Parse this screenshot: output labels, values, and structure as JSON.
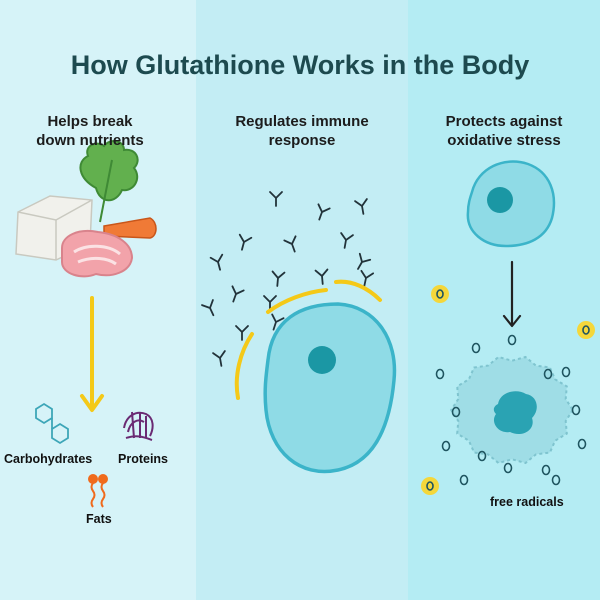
{
  "title": "How Glutathione Works in the Body",
  "panels": [
    {
      "heading": "Helps break\ndown nutrients"
    },
    {
      "heading": "Regulates immune\nresponse"
    },
    {
      "heading": "Protects against\noxidative stress"
    }
  ],
  "nutrients": {
    "carbohydrates": "Carbohydrates",
    "proteins": "Proteins",
    "fats": "Fats"
  },
  "free_radicals_label": "free radicals",
  "colors": {
    "panel_left": "#d6f3f8",
    "panel_middle": "#c3edf4",
    "panel_right": "#b4ecf3",
    "title": "#1d4a4f",
    "cell_fill": "#8fdbe6",
    "cell_outline": "#3bb4c9",
    "nucleus": "#1b97a4",
    "arrow_yellow": "#f4c918",
    "antibody": "#22333a",
    "radical_ring": "#1f5560"
  }
}
